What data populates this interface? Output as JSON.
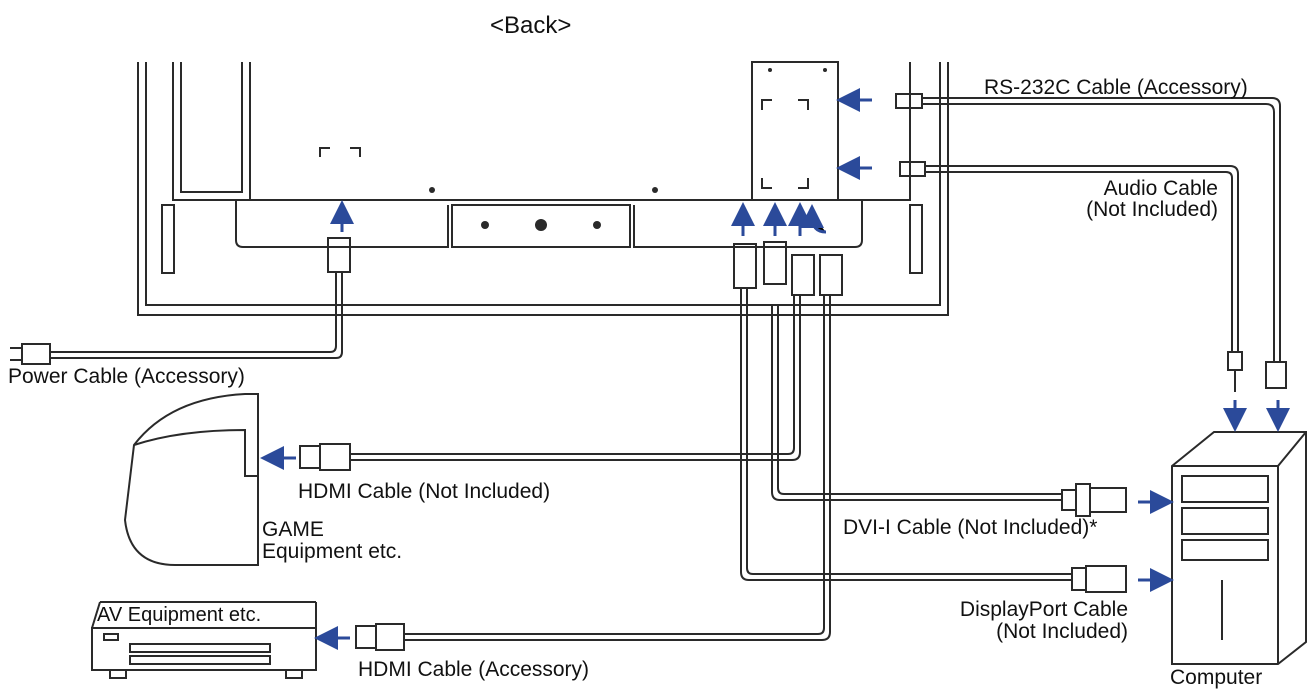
{
  "title": "<Back>",
  "labels": {
    "rs232c": "RS-232C Cable (Accessory)",
    "audio_line1": "Audio Cable",
    "audio_line2": "(Not Included)",
    "power": "Power Cable (Accessory)",
    "hdmi_game": "HDMI Cable (Not Included)",
    "game_line1": "GAME",
    "game_line2": "Equipment etc.",
    "dvi": "DVI-I Cable (Not Included)*",
    "displayport_line1": "DisplayPort Cable",
    "displayport_line2": "(Not Included)",
    "av_equipment": "AV Equipment etc.",
    "hdmi_av": "HDMI Cable (Accessory)",
    "computer": "Computer"
  },
  "colors": {
    "line": "#2a2a2a",
    "arrow": "#2b4a9a",
    "background": "#ffffff"
  },
  "icons": [
    "power-plug-icon",
    "hdmi-connector-icon",
    "dvi-connector-icon",
    "displayport-connector-icon",
    "audio-jack-icon",
    "rs232c-connector-icon"
  ]
}
